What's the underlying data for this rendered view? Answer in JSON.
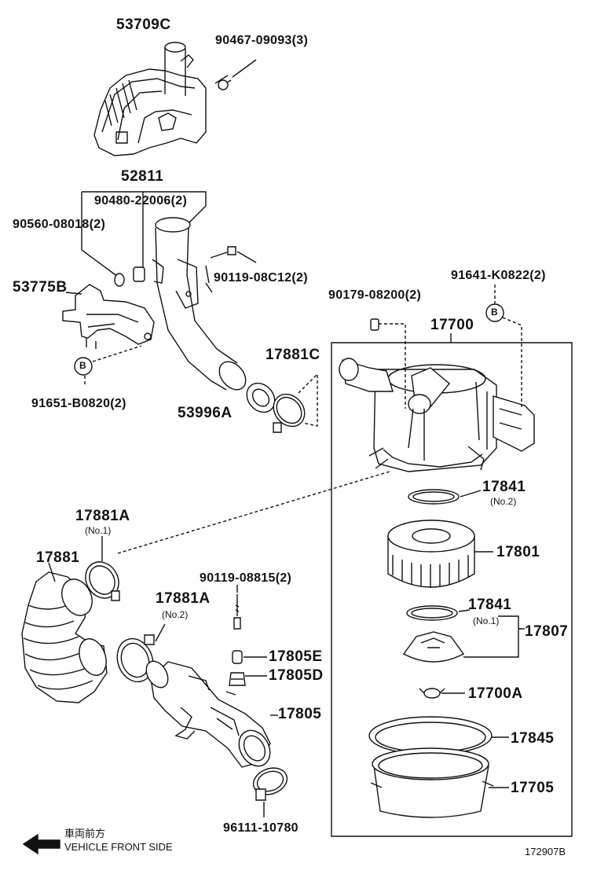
{
  "labels": {
    "p53709c": "53709C",
    "p90467": "90467-09093(3)",
    "p52811": "52811",
    "p90480": "90480-22006(2)",
    "p90560": "90560-08018(2)",
    "p90119a": "90119-08C12(2)",
    "p53775b": "53775B",
    "p91641": "91641-K0822(2)",
    "p90179": "90179-08200(2)",
    "p17700": "17700",
    "p17881c": "17881C",
    "p53996a": "53996A",
    "p91651": "91651-B0820(2)",
    "p17841a": "17841",
    "p17841a_sub": "(No.2)",
    "p17881a1": "17881A",
    "p17881a1_sub": "(No.1)",
    "p17801": "17801",
    "p17881": "17881",
    "p90119b": "90119-08815(2)",
    "p17881a2": "17881A",
    "p17881a2_sub": "(No.2)",
    "p17841b": "17841",
    "p17841b_sub": "(No.1)",
    "p17807": "17807",
    "p17805e": "17805E",
    "p17805d": "17805D",
    "p17700a": "17700A",
    "p17805": "17805",
    "p17845": "17845",
    "p17705": "17705",
    "p96111": "96111-10780",
    "refB1": "B",
    "refB2": "B"
  },
  "footer": {
    "direction_jp": "車両前方",
    "direction_en": "VEHICLE FRONT SIDE",
    "drawing_number": "172907B"
  }
}
